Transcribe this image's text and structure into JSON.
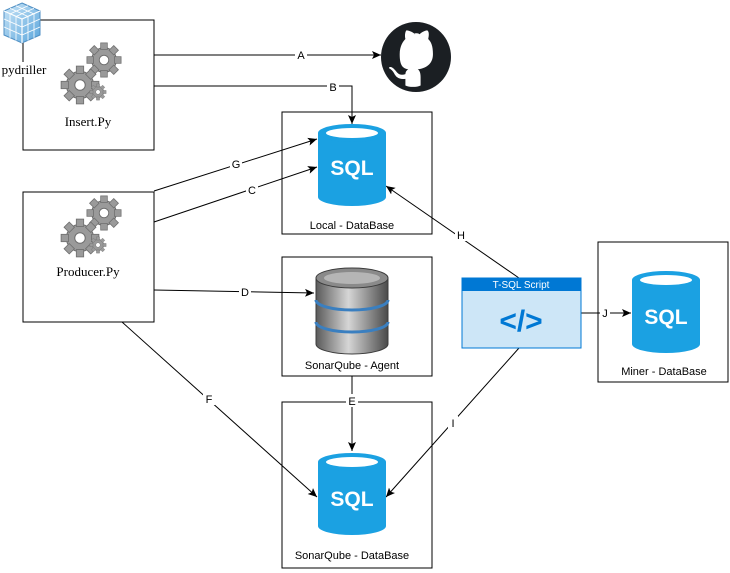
{
  "nodes": {
    "pydriller": {
      "label": "pydriller",
      "icon": "pydriller-cube-icon"
    },
    "insert": {
      "label": "Insert.Py",
      "icon": "gears-icon"
    },
    "producer": {
      "label": "Producer.Py",
      "icon": "gears-icon"
    },
    "github": {
      "icon": "github-icon"
    },
    "local_db": {
      "label": "Local - DataBase",
      "icon": "sql-database-icon",
      "sql": "SQL"
    },
    "sonar_agent": {
      "label": "SonarQube - Agent",
      "icon": "database-cylinder-icon"
    },
    "sonar_db": {
      "label": "SonarQube - DataBase",
      "icon": "sql-database-icon",
      "sql": "SQL"
    },
    "tsql": {
      "label": "T-SQL Script",
      "icon": "code-brackets-icon",
      "code": "</>"
    },
    "miner_db": {
      "label": "Miner -  DataBase",
      "icon": "sql-database-icon",
      "sql": "SQL"
    }
  },
  "edges": [
    {
      "id": "A",
      "label": "A"
    },
    {
      "id": "B",
      "label": "B"
    },
    {
      "id": "G",
      "label": "G"
    },
    {
      "id": "C",
      "label": "C"
    },
    {
      "id": "D",
      "label": "D"
    },
    {
      "id": "F",
      "label": "F"
    },
    {
      "id": "E",
      "label": "E"
    },
    {
      "id": "H",
      "label": "H"
    },
    {
      "id": "I",
      "label": "I"
    },
    {
      "id": "J",
      "label": "J"
    }
  ],
  "colors": {
    "sql_blue": "#1ba1e2",
    "tsql_blue": "#0078d4",
    "tsql_light": "#cde6f7",
    "line": "#000000"
  }
}
